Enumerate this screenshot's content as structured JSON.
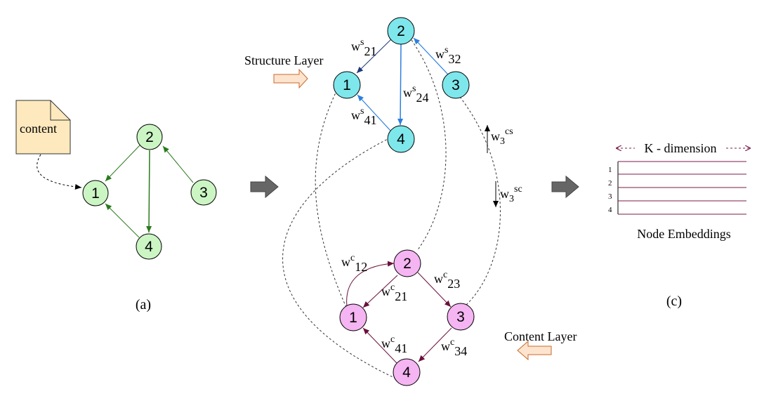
{
  "panel_a": {
    "doc_label": "content",
    "caption": "(a)",
    "nodes": [
      "1",
      "2",
      "3",
      "4"
    ]
  },
  "middle": {
    "structure_layer_label": "Structure Layer",
    "content_layer_label": "Content Layer",
    "structure_nodes": [
      "1",
      "2",
      "3",
      "4"
    ],
    "content_nodes": [
      "1",
      "2",
      "3",
      "4"
    ],
    "structure_weights": [
      {
        "base": "w",
        "sup": "s",
        "sub": "21"
      },
      {
        "base": "w",
        "sup": "s",
        "sub": "32"
      },
      {
        "base": "w",
        "sup": "s",
        "sub": "24"
      },
      {
        "base": "w",
        "sup": "s",
        "sub": "41"
      }
    ],
    "content_weights": [
      {
        "base": "w",
        "sup": "c",
        "sub": "12"
      },
      {
        "base": "w",
        "sup": "c",
        "sub": "23"
      },
      {
        "base": "w",
        "sup": "c",
        "sub": "21"
      },
      {
        "base": "w",
        "sup": "c",
        "sub": "41"
      },
      {
        "base": "w",
        "sup": "c",
        "sub": "34"
      }
    ],
    "cross_weights": [
      {
        "base": "w",
        "sub": "3",
        "sup": "cs"
      },
      {
        "base": "w",
        "sub": "3",
        "sup": "sc"
      }
    ]
  },
  "panel_c": {
    "dimension_label": "K - dimension",
    "row_labels": [
      "1",
      "2",
      "3",
      "4"
    ],
    "caption_title": "Node Embeddings",
    "caption": "(c)"
  },
  "colors": {
    "green_node": "#ccf5c4",
    "cyan_node": "#7ee7ec",
    "pink_node": "#f5b4f2",
    "green_edge": "#2a7a1c",
    "blue_edge": "#2c7fe0",
    "dark_edge": "#1f3b7a",
    "maroon_edge": "#6b0f3a",
    "doc_fill": "#fde9bd",
    "arrow_gray": "#666666",
    "embed_line": "#7a1e4a"
  }
}
